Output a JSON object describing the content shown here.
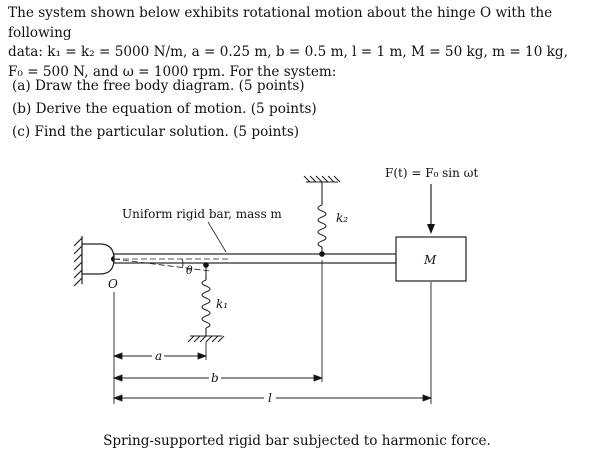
{
  "problem": {
    "intro_line1": "The system shown below exhibits rotational motion about the hinge O with the following",
    "intro_line2": "data: k₁ = k₂ = 5000 N/m, a = 0.25 m, b = 0.5 m, l = 1 m, M = 50 kg, m = 10 kg,",
    "intro_line3": "F₀ = 500 N, and ω = 1000 rpm. For the system:",
    "parts": [
      "(a) Draw the free body diagram. (5 points)",
      "(b) Derive the equation of motion. (5 points)",
      "(c) Find the particular solution. (5 points)"
    ]
  },
  "figure": {
    "force_label": "F(t) = F₀ sin ωt",
    "bar_label": "Uniform rigid bar, mass m",
    "mass_label": "M",
    "hinge_label": "O",
    "angle_label": "θ",
    "k1_label": "k₁",
    "k2_label": "k₂",
    "dim_a": "a",
    "dim_b": "b",
    "dim_l": "l",
    "caption": "Spring-supported rigid bar subjected to harmonic force."
  }
}
